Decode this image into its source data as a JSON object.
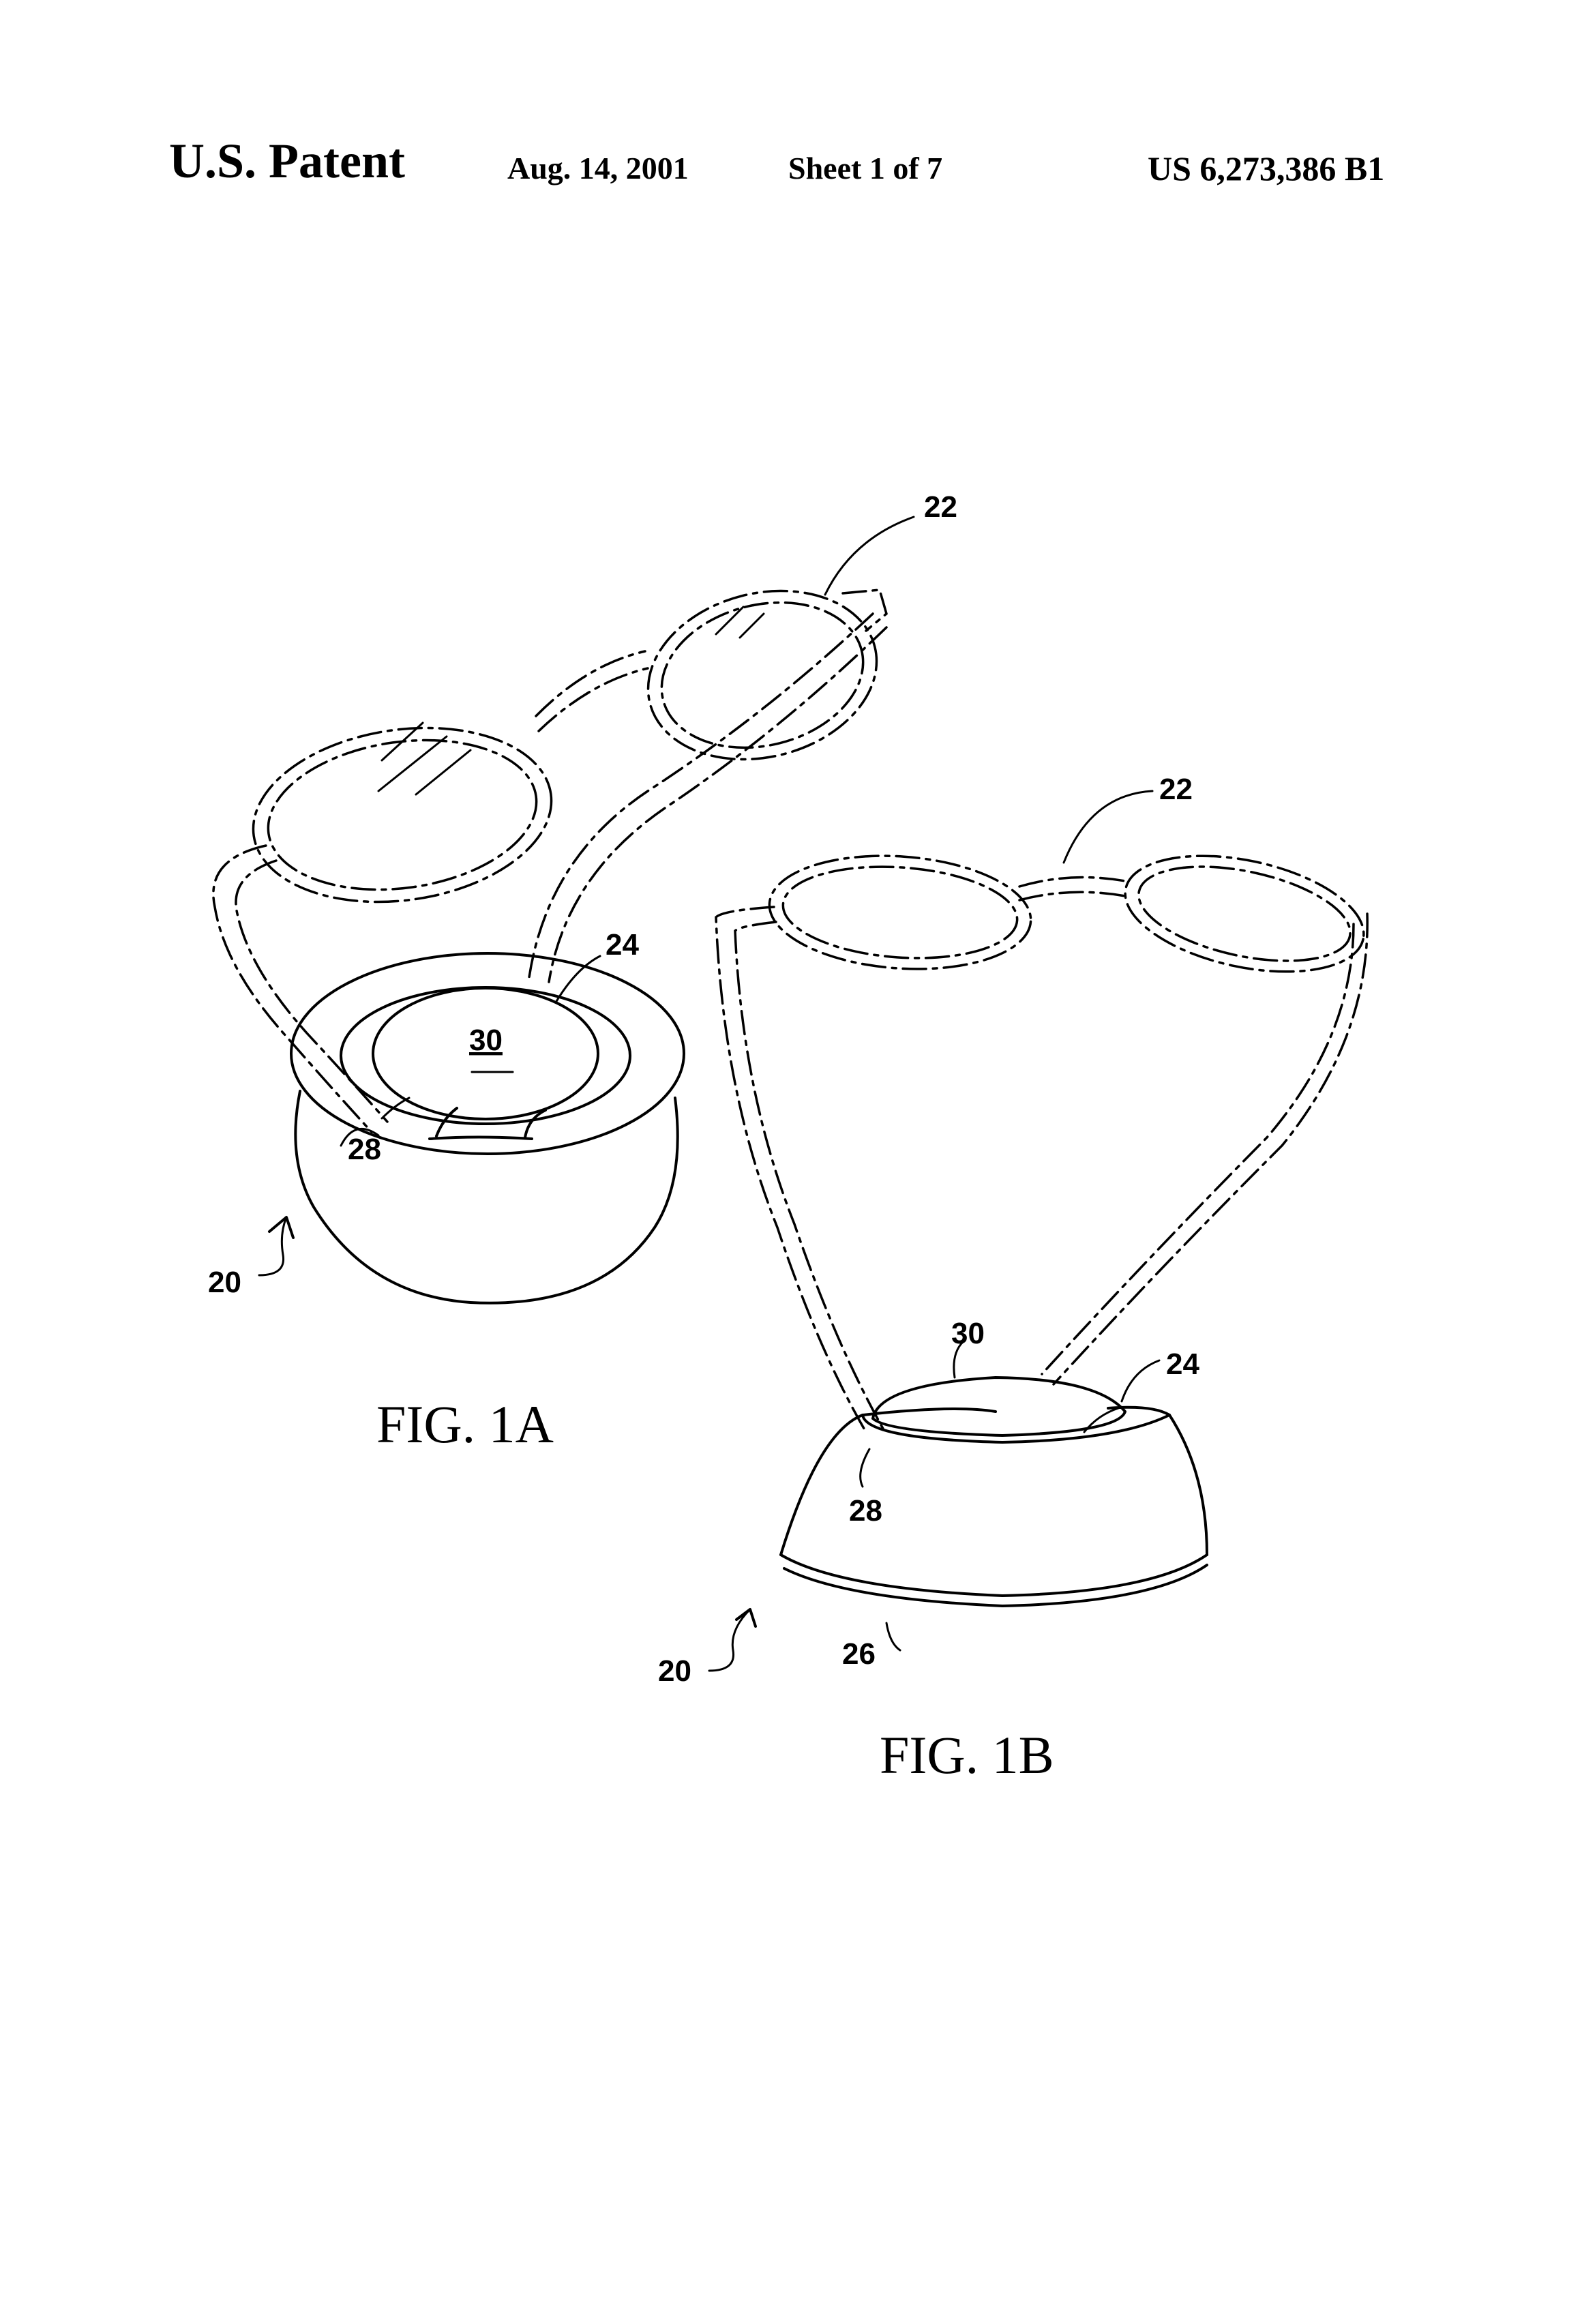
{
  "header": {
    "patent_label": "U.S. Patent",
    "date": "Aug. 14, 2001",
    "sheet": "Sheet 1 of 7",
    "patent_number": "US 6,273,386 B1"
  },
  "figures": [
    {
      "caption": "FIG. 1A",
      "reference_numerals": [
        "22",
        "24",
        "30",
        "28",
        "20"
      ]
    },
    {
      "caption": "FIG. 1B",
      "reference_numerals": [
        "22",
        "30",
        "24",
        "28",
        "20",
        "26"
      ]
    }
  ]
}
